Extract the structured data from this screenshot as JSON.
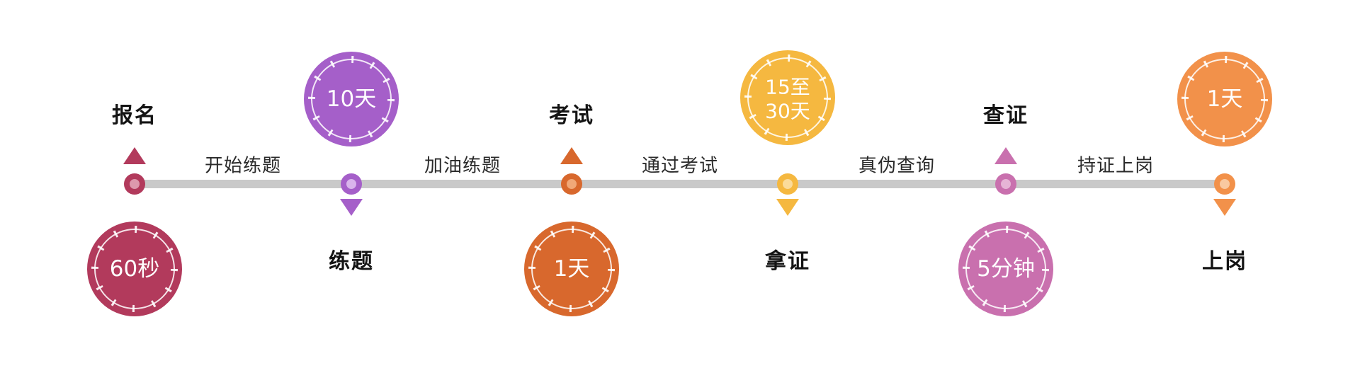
{
  "page": {
    "background": "#ffffff"
  },
  "timeline": {
    "line_color": "#c9c9c9",
    "segments": [
      {
        "label": "开始练题"
      },
      {
        "label": "加油练题"
      },
      {
        "label": "通过考试"
      },
      {
        "label": "真伪查询"
      },
      {
        "label": "持证上岗"
      }
    ],
    "nodes": [
      {
        "name": "报名",
        "duration": "60秒",
        "color": "#b23a5c",
        "color_light": "#dd99ad",
        "layout": "label-top"
      },
      {
        "name": "练题",
        "duration": "10天",
        "color": "#a55fc9",
        "color_light": "#d9b4ec",
        "layout": "label-bottom"
      },
      {
        "name": "考试",
        "duration": "1天",
        "color": "#d8682d",
        "color_light": "#f0a878",
        "layout": "label-top"
      },
      {
        "name": "拿证",
        "duration": "15至",
        "duration_line2": "30天",
        "color": "#f5b840",
        "color_light": "#fbdb9a",
        "layout": "label-bottom"
      },
      {
        "name": "查证",
        "duration": "5分钟",
        "color": "#c970ae",
        "color_light": "#e6b4d6",
        "layout": "label-top"
      },
      {
        "name": "上岗",
        "duration": "1天",
        "color": "#f2914a",
        "color_light": "#f9c9a0",
        "layout": "label-bottom"
      }
    ]
  }
}
